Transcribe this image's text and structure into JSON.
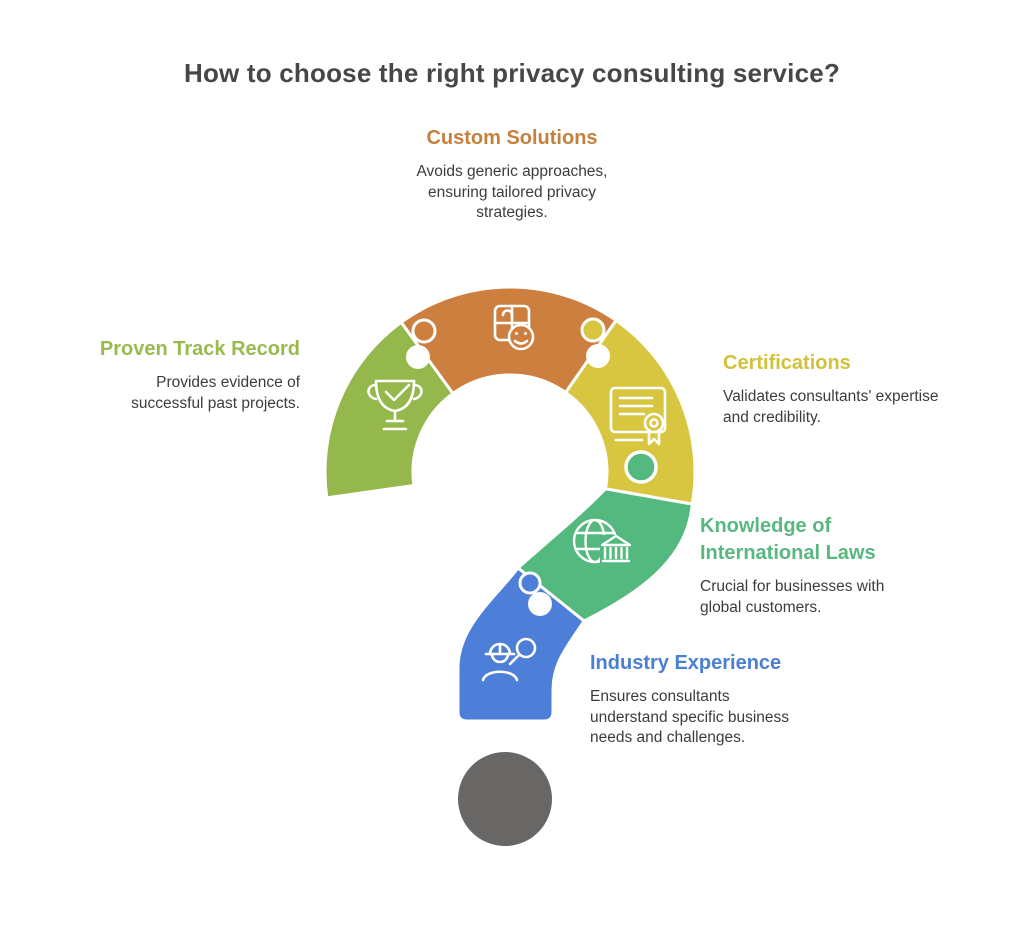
{
  "title": "How to choose the right privacy consulting service?",
  "graphic": {
    "shape": "question-mark made of puzzle pieces with period dot",
    "colors": {
      "green": "#95b84d",
      "orange": "#cc7f3f",
      "yellow": "#d9c640",
      "teal": "#54b97e",
      "blue": "#4d7fd9",
      "dot_gray": "#696766",
      "icon_stroke": "#ffffff"
    }
  },
  "sections": [
    {
      "id": "custom-solutions",
      "label": "Custom Solutions",
      "color": "#c4813e",
      "icon": "puzzle-smiley-icon",
      "desc_lines": [
        "Avoids generic approaches,",
        "ensuring tailored privacy",
        "strategies."
      ]
    },
    {
      "id": "proven-track-record",
      "label": "Proven Track Record",
      "color": "#9aba4e",
      "icon": "trophy-check-icon",
      "desc_lines": [
        "Provides evidence of",
        "successful past projects."
      ]
    },
    {
      "id": "certifications",
      "label": "Certifications",
      "color": "#d2c13b",
      "icon": "certificate-icon",
      "desc_lines": [
        "Validates consultants' expertise",
        "and credibility."
      ]
    },
    {
      "id": "knowledge-international-laws",
      "label": "Knowledge of International Laws",
      "label_lines": [
        "Knowledge of",
        "International Laws"
      ],
      "color": "#57b97f",
      "icon": "globe-bank-icon",
      "desc_lines": [
        "Crucial for businesses with",
        "global customers."
      ]
    },
    {
      "id": "industry-experience",
      "label": "Industry Experience",
      "color": "#4a80d3",
      "icon": "engineer-search-icon",
      "desc_lines": [
        "Ensures consultants",
        "understand specific business",
        "needs and challenges."
      ]
    }
  ]
}
